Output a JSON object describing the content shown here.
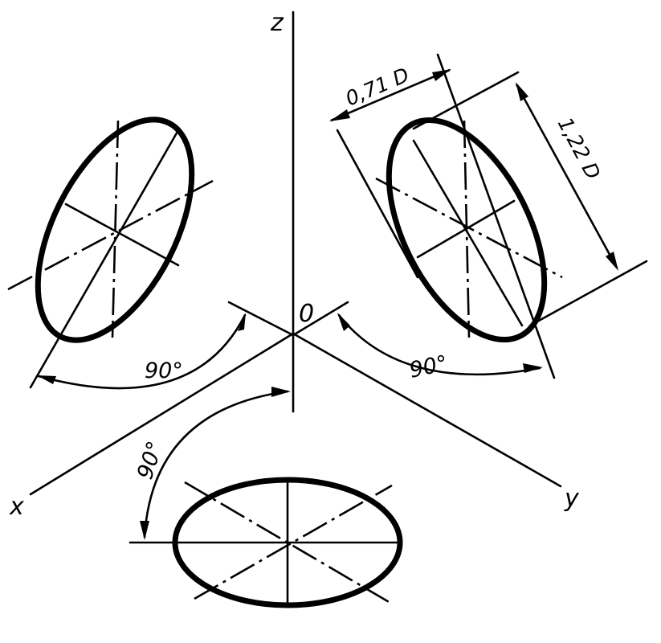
{
  "figure": {
    "axes": {
      "z_label": "z",
      "x_label": "x",
      "y_label": "y",
      "origin_label": "0"
    },
    "angles": {
      "left": "90°",
      "right": "90°",
      "bottom": "90°"
    },
    "dimensions": {
      "minor": "0,71 D",
      "major": "1,22 D"
    },
    "ellipses": [
      {
        "plane": "xz"
      },
      {
        "plane": "yz"
      },
      {
        "plane": "xy"
      }
    ]
  }
}
